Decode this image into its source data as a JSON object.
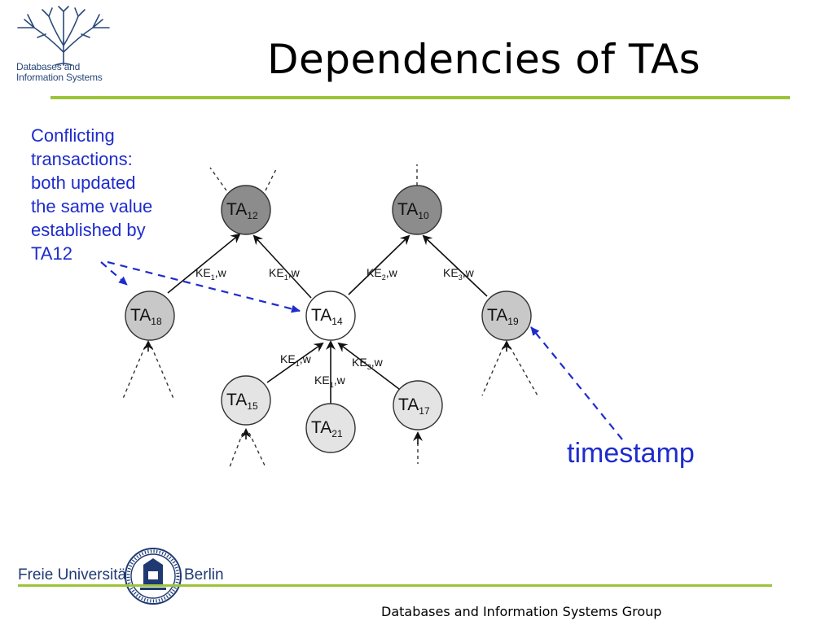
{
  "header": {
    "logo_line1": "Databases and",
    "logo_line2": "Information Systems",
    "title": "Dependencies of TAs"
  },
  "annotations": {
    "conflict_note": [
      "Conflicting",
      "transactions:",
      "both updated",
      "the same value",
      "established by",
      "TA12"
    ],
    "timestamp": "timestamp"
  },
  "diagram": {
    "nodes": [
      {
        "id": "TA12",
        "base": "TA",
        "sub": "12",
        "fill": "#8c8c8c"
      },
      {
        "id": "TA10",
        "base": "TA",
        "sub": "10",
        "fill": "#8c8c8c"
      },
      {
        "id": "TA18",
        "base": "TA",
        "sub": "18",
        "fill": "#c8c8c8"
      },
      {
        "id": "TA14",
        "base": "TA",
        "sub": "14",
        "fill": "#ffffff"
      },
      {
        "id": "TA19",
        "base": "TA",
        "sub": "19",
        "fill": "#c8c8c8"
      },
      {
        "id": "TA15",
        "base": "TA",
        "sub": "15",
        "fill": "#e4e4e4"
      },
      {
        "id": "TA21",
        "base": "TA",
        "sub": "21",
        "fill": "#e4e4e4"
      },
      {
        "id": "TA17",
        "base": "TA",
        "sub": "17",
        "fill": "#e4e4e4"
      }
    ],
    "edge_labels": [
      {
        "base": "KE",
        "sub": "1",
        "suffix": ",w"
      },
      {
        "base": "KE",
        "sub": "1",
        "suffix": ",w"
      },
      {
        "base": "KE",
        "sub": "2",
        "suffix": ",w"
      },
      {
        "base": "KE",
        "sub": "3",
        "suffix": ",w"
      },
      {
        "base": "KE",
        "sub": "1",
        "suffix": ",w"
      },
      {
        "base": "KE",
        "sub": "3",
        "suffix": ",w"
      },
      {
        "base": "KE",
        "sub": "1",
        "suffix": ",w"
      }
    ]
  },
  "footer": {
    "university_left": "Freie Universität",
    "university_right": "Berlin",
    "group": "Databases and Information Systems Group"
  },
  "colors": {
    "accent_green": "#9bc43a",
    "annotation_blue": "#1e2ccc",
    "fu_blue": "#1f3a73"
  }
}
